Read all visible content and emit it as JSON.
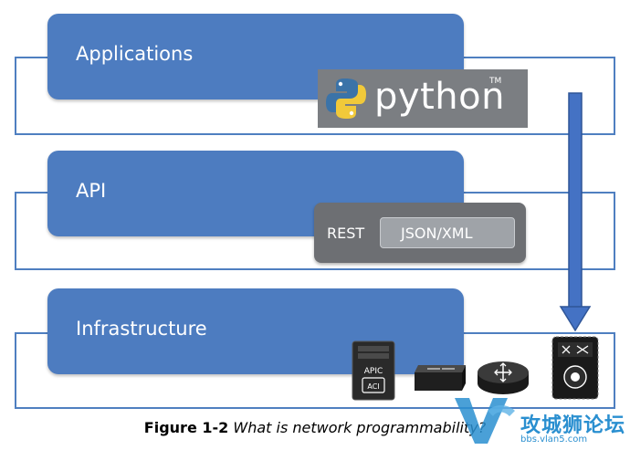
{
  "layers": {
    "applications": "Applications",
    "api": "API",
    "infrastructure": "Infrastructure"
  },
  "python_logo": {
    "text": "python",
    "tm": "TM"
  },
  "api_formats": {
    "rest": "REST",
    "json_xml": "JSON/XML"
  },
  "devices": {
    "apic_label": "APIC",
    "aci_label": "ACI"
  },
  "caption": {
    "figure": "Figure 1-2",
    "text": "What is network programmability?"
  },
  "watermark": {
    "name": "攻城狮论坛",
    "url": "bbs.vlan5.com"
  },
  "colors": {
    "layer_blue": "#4d7cc0",
    "outline_blue": "#4f7fc0",
    "arrow_blue": "#4472c4",
    "watermark_blue": "#2a8fd0"
  }
}
